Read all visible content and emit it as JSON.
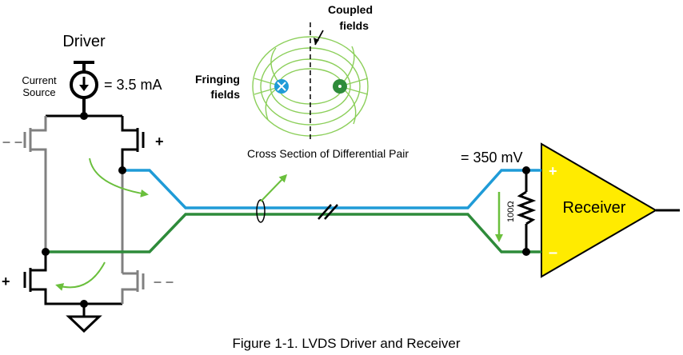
{
  "title": "Figure 1-1. LVDS Driver and Receiver",
  "driver": {
    "label": "Driver",
    "current_source_line1": "Current",
    "current_source_line2": "Source",
    "current_value": "= 3.5 mA",
    "plus_top": "+",
    "minus_top": "– –",
    "plus_bottom": "+",
    "minus_bottom": "– –"
  },
  "fields": {
    "fringing_line1": "Fringing",
    "fringing_line2": "fields",
    "coupled_line1": "Coupled",
    "coupled_line2": "fields",
    "cross_section": "Cross Section of Differential Pair"
  },
  "receiver": {
    "label": "Receiver",
    "voltage": "= 350 mV",
    "resistor": "100Ω",
    "plus": "+",
    "minus": "–"
  },
  "colors": {
    "line_a": "#1f9bd7",
    "line_b": "#2e8b3a",
    "wire": "#808080",
    "arrow": "#6abf3c",
    "receiver_fill": "#ffeb00",
    "field": "#8ccf5a"
  }
}
